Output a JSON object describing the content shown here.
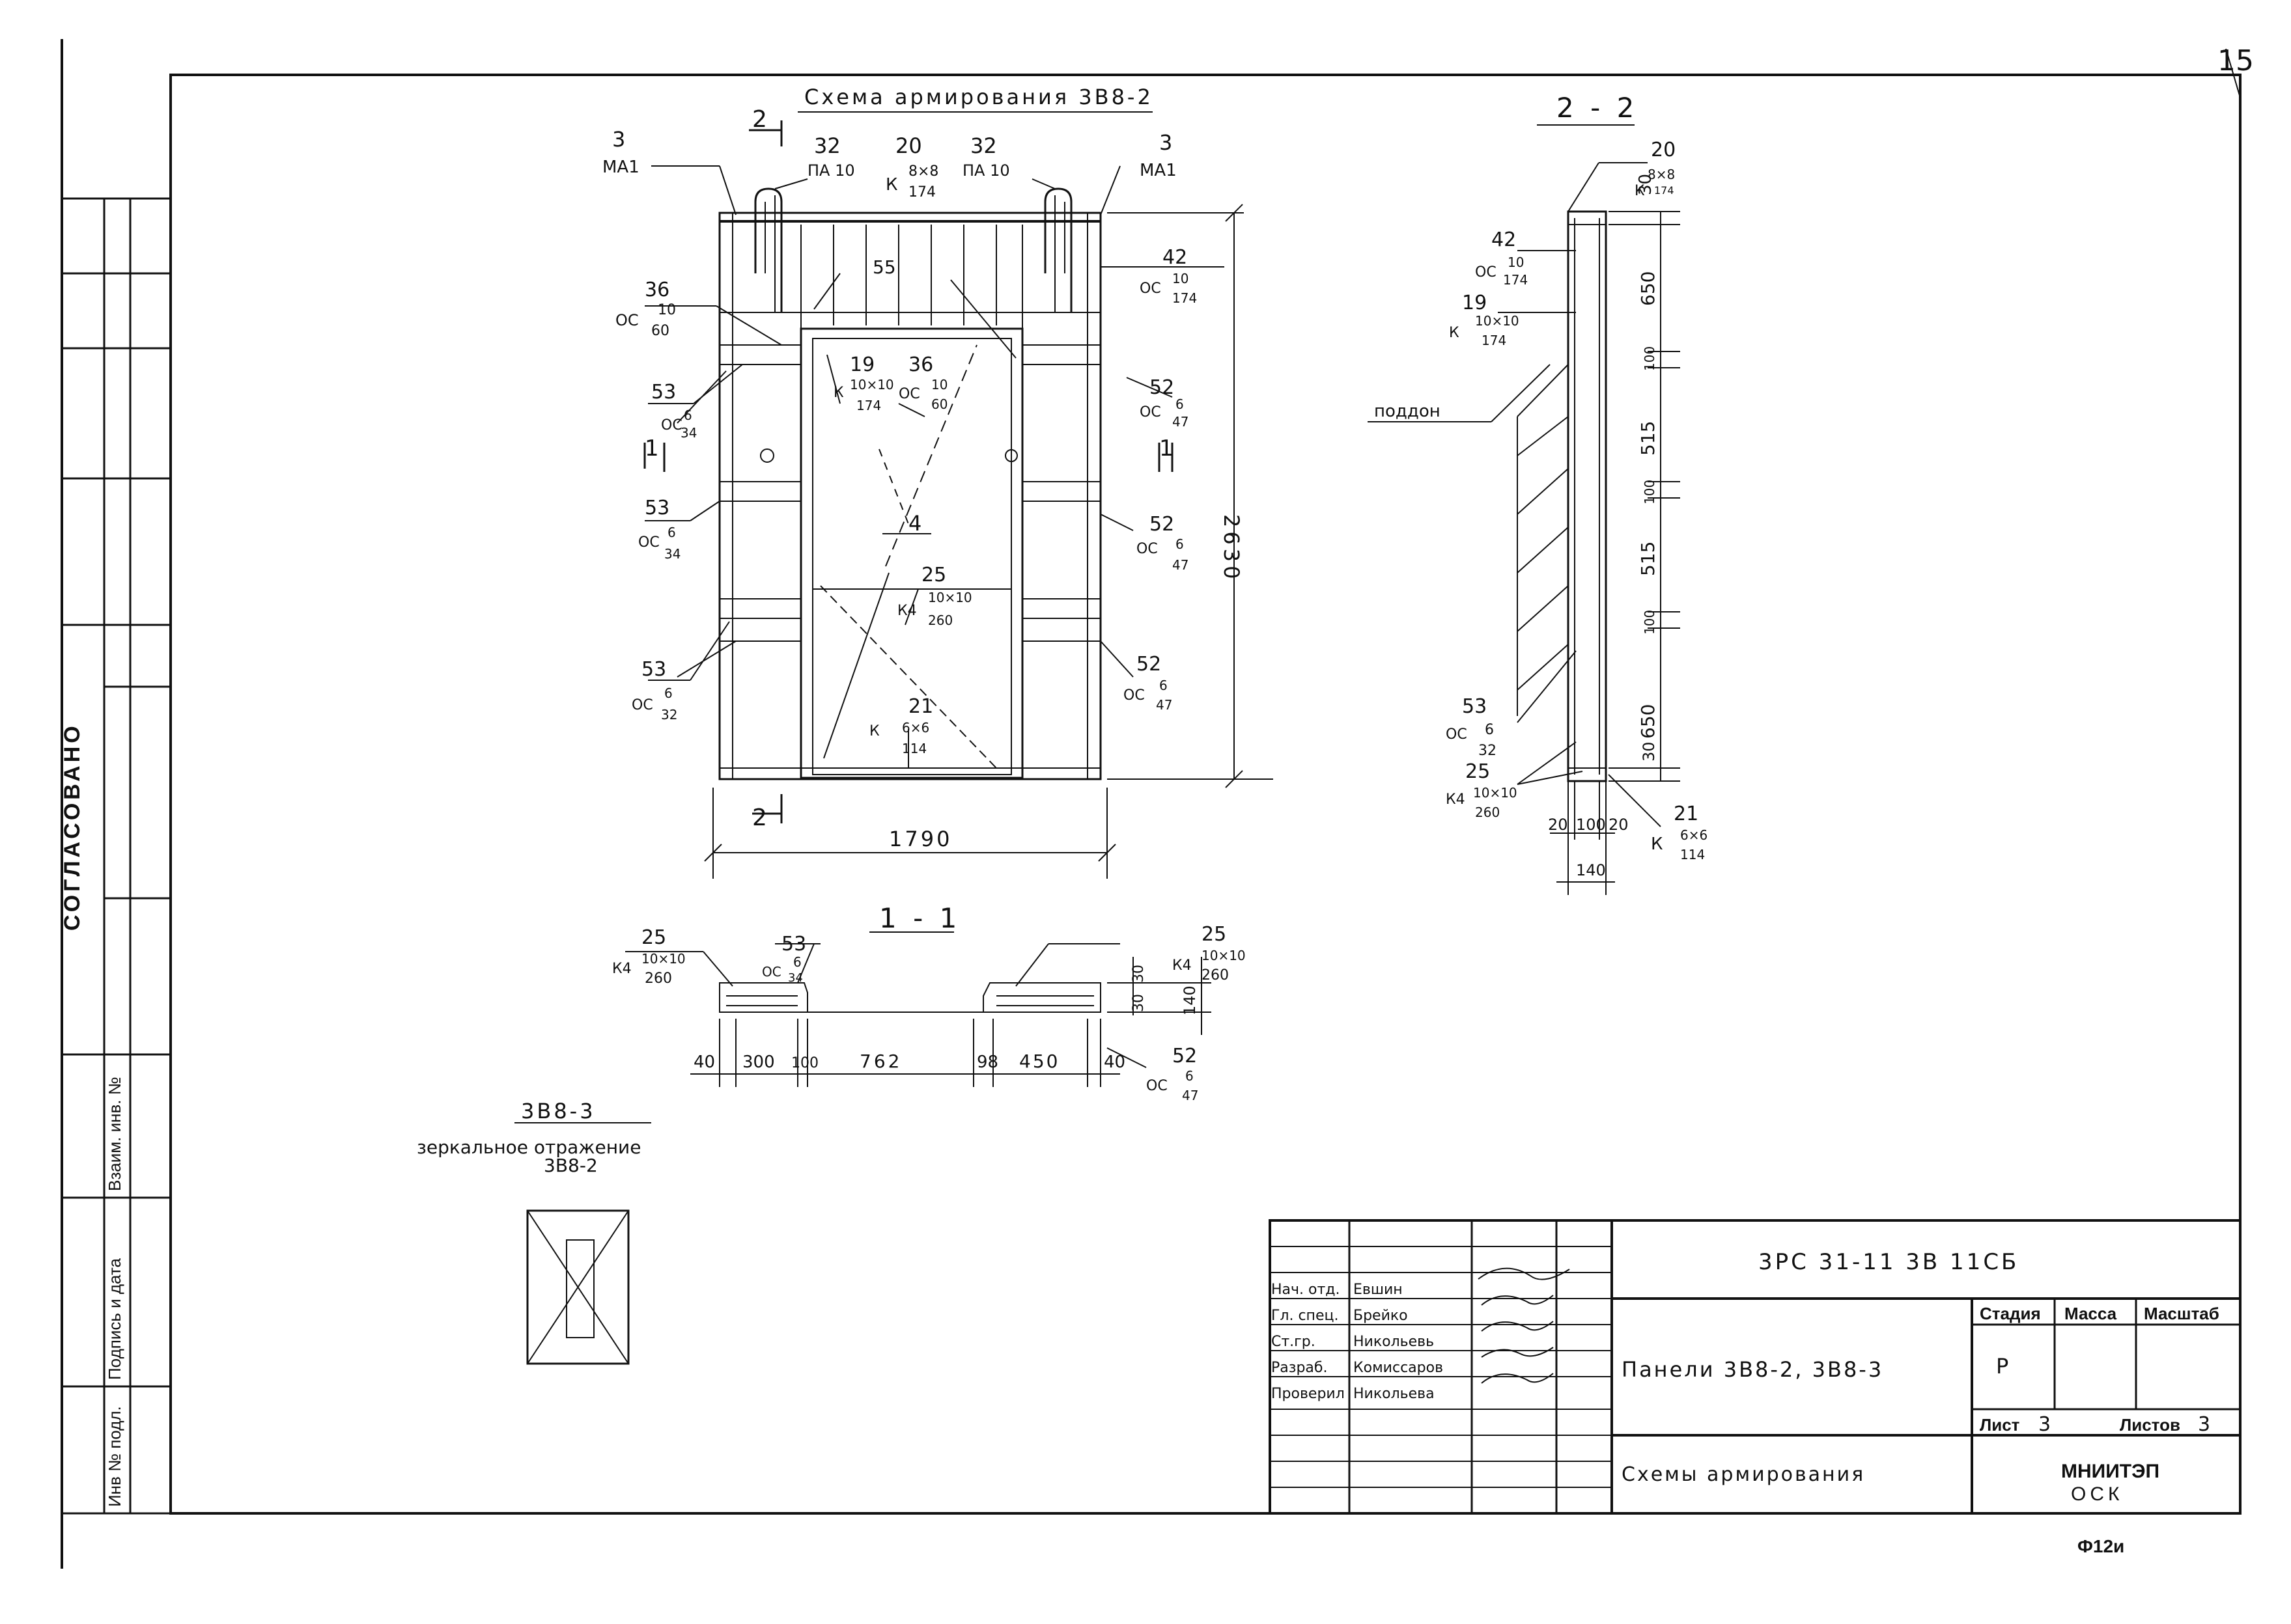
{
  "sheet_number": "15",
  "side_panel": {
    "agreed_label": "СОГЛАСОВАНО",
    "stamp_labels": [
      "Инв № подл.",
      "Подпись и дата",
      "Взаим. инв. №"
    ]
  },
  "main_view": {
    "title": "Схема армирования 3В8-2",
    "section_mark": "2",
    "callouts_top": [
      {
        "num": "3",
        "ref": "МА1"
      },
      {
        "num": "32",
        "ref": "ПА 10"
      },
      {
        "num": "20",
        "ref_prefix": "К",
        "frac_top": "8×8",
        "frac_bot": "174"
      },
      {
        "num": "32",
        "ref": "ПА 10"
      },
      {
        "num": "3",
        "ref": "МА1"
      }
    ],
    "callouts_left": [
      {
        "num": "36",
        "prefix": "ОС",
        "frac_top": "10",
        "frac_bot": "60"
      },
      {
        "num": "53",
        "prefix": "ОС",
        "frac_top": "6",
        "frac_bot": "34"
      },
      {
        "num": "53",
        "prefix": "ОС",
        "frac_top": "6",
        "frac_bot": "34"
      },
      {
        "num": "53",
        "prefix": "ОС",
        "frac_top": "6",
        "frac_bot": "32"
      }
    ],
    "callouts_right": [
      {
        "num": "42",
        "prefix": "ОС",
        "frac_top": "10",
        "frac_bot": "174"
      },
      {
        "num": "52",
        "prefix": "ОС",
        "frac_top": "6",
        "frac_bot": "47"
      },
      {
        "num": "52",
        "prefix": "ОС",
        "frac_top": "6",
        "frac_bot": "47"
      },
      {
        "num": "52",
        "prefix": "ОС",
        "frac_top": "6",
        "frac_bot": "47"
      }
    ],
    "inner": {
      "c55": "55",
      "c19": {
        "num": "19",
        "prefix": "К",
        "frac_top": "10×10",
        "frac_bot": "174"
      },
      "c36": {
        "num": "36",
        "prefix": "ОС",
        "frac_top": "10",
        "frac_bot": "60"
      },
      "c4": "4",
      "c25": {
        "num": "25",
        "prefix": "К4",
        "frac_top": "10×10",
        "frac_bot": "260"
      },
      "c21": {
        "num": "21",
        "prefix": "К",
        "frac_top": "6×6",
        "frac_bot": "114"
      }
    },
    "section_11": "1",
    "height_dim": "2630",
    "width_dim": "1790"
  },
  "section_2_2": {
    "title": "2 - 2",
    "c20": {
      "num": "20",
      "prefix": "К",
      "frac_top": "8×8",
      "frac_bot": "174"
    },
    "c42": {
      "num": "42",
      "prefix": "ОС",
      "frac_top": "10",
      "frac_bot": "174"
    },
    "c19": {
      "num": "19",
      "prefix": "К",
      "frac_top": "10×10",
      "frac_bot": "174"
    },
    "poddon": "поддон",
    "c53": {
      "num": "53",
      "prefix": "ОС",
      "frac_top": "6",
      "frac_bot": "32"
    },
    "c25": {
      "num": "25",
      "prefix": "К4",
      "frac_top": "10×10",
      "frac_bot": "260"
    },
    "c21": {
      "num": "21",
      "prefix": "К",
      "frac_top": "6×6",
      "frac_bot": "114"
    },
    "dims_vertical": [
      "30",
      "650",
      "100",
      "515",
      "100",
      "515",
      "100",
      "650",
      "30"
    ],
    "dims_bottom": [
      "20",
      "100",
      "20"
    ],
    "dim_total": "140"
  },
  "section_1_1": {
    "title": "1 - 1",
    "c25_left": {
      "num": "25",
      "prefix": "К4",
      "frac_top": "10×10",
      "frac_bot": "260"
    },
    "c53": {
      "num": "53",
      "prefix": "ОС",
      "frac_top": "6",
      "frac_bot": "34"
    },
    "c25_right": {
      "num": "25",
      "prefix": "К4",
      "frac_top": "10×10",
      "frac_bot": "260"
    },
    "c52": {
      "num": "52",
      "prefix": "ОС",
      "frac_top": "6",
      "frac_bot": "47"
    },
    "dims": [
      "40",
      "300",
      "100",
      "762",
      "98",
      "450",
      "40"
    ],
    "dims_right": [
      "30",
      "30",
      "140"
    ]
  },
  "mirror_note": {
    "line1": "3В8-3",
    "line2": "зеркальное отражение",
    "line3": "3В8-2"
  },
  "title_block": {
    "code": "3РС 31-11 3В 11СБ",
    "roles": [
      "Нач. отд.",
      "Гл. спец.",
      "Ст.гр.",
      "Разраб.",
      "Проверил"
    ],
    "names": [
      "Евшин",
      "Брейко",
      "Никольевь",
      "Комиссаров",
      "Никольева"
    ],
    "product": "Панели 3В8-2, 3В8-3",
    "stage_header": "Стадия",
    "mass_header": "Масса",
    "scale_header": "Масштаб",
    "stage_value": "Р",
    "sheet_label": "Лист",
    "sheet_value": "3",
    "sheets_label": "Листов",
    "sheets_value": "3",
    "doc_title": "Схемы армирования",
    "org_line1": "МНИИТЭП",
    "org_line2": "ОСК"
  },
  "form_code": "Ф12и"
}
